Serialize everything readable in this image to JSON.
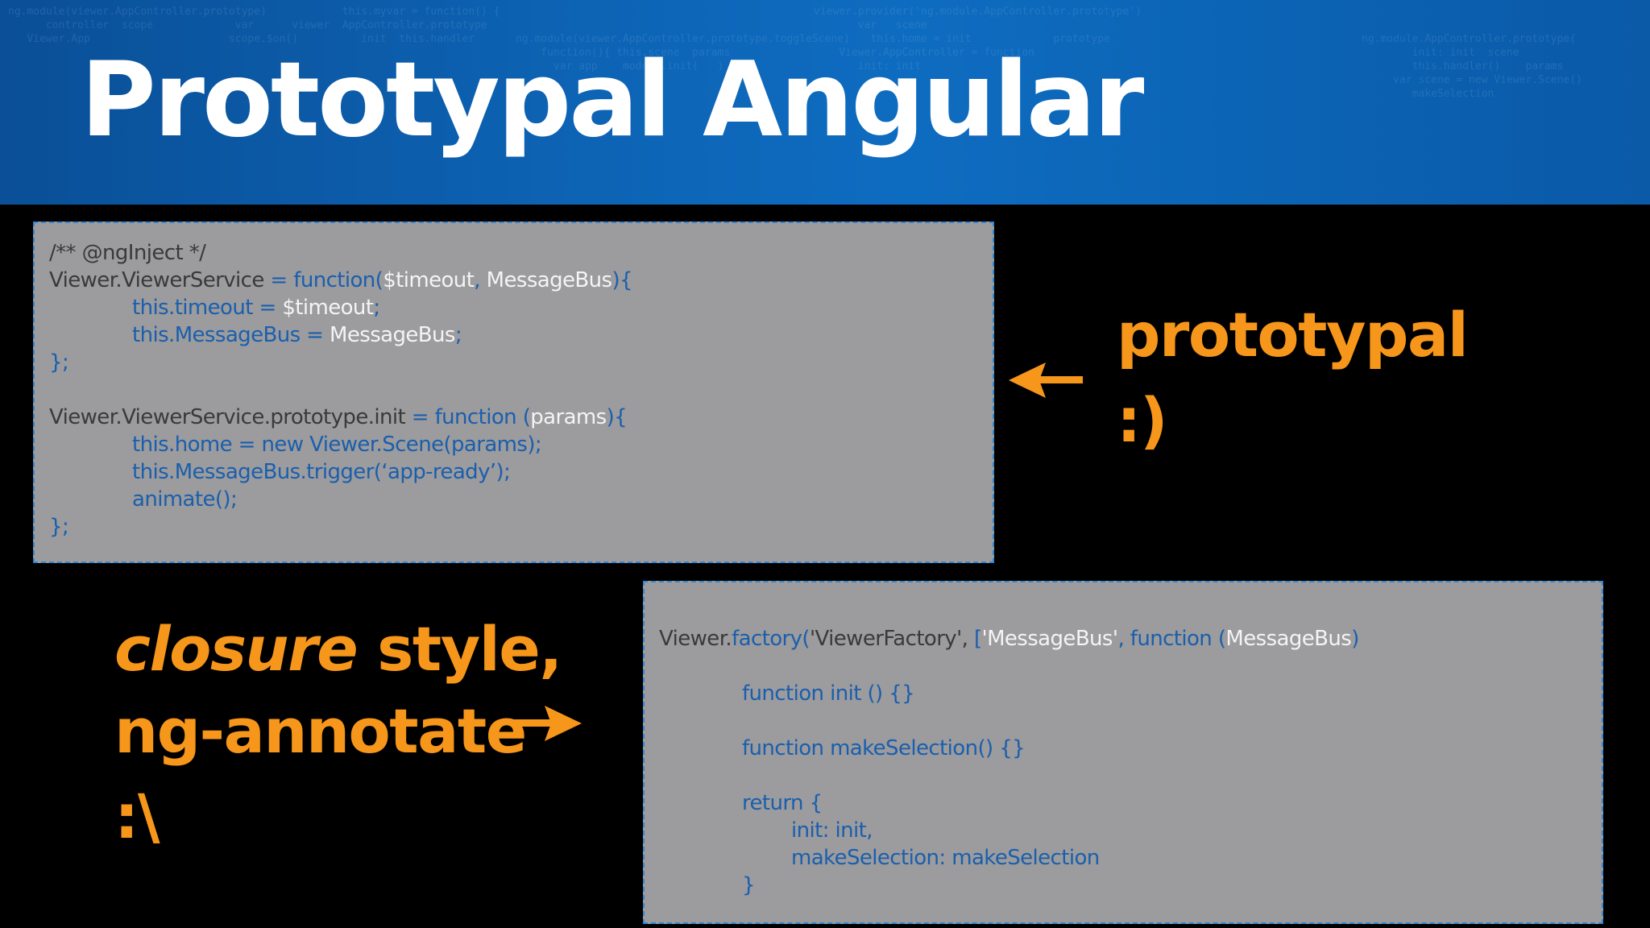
{
  "slide": {
    "title": "Prototypal Angular",
    "box1": {
      "lines": [
        [
          "/** @ngInject */"
        ],
        [
          "Viewer.ViewerService",
          " = function(",
          "$timeout",
          ", ",
          "MessageBus",
          "){"
        ],
        [
          "this.timeout = ",
          "$timeout",
          ";"
        ],
        [
          "this.MessageBus = ",
          "MessageBus",
          ";"
        ],
        [
          "};"
        ],
        [
          "Viewer.ViewerService.prototype.init",
          " = function (",
          "params",
          "){"
        ],
        [
          "this.home = new Viewer.Scene(params);"
        ],
        [
          "this.MessageBus.trigger(‘app-ready’);"
        ],
        [
          "animate();"
        ],
        [
          "};"
        ]
      ]
    },
    "box2": {
      "lines": [
        [
          "Viewer.",
          "factory(",
          "'ViewerFactory', ",
          "[",
          "'MessageBus'",
          ", function (",
          "MessageBus",
          ")"
        ],
        [
          "function init () {}"
        ],
        [
          "function makeSelection() {}"
        ],
        [
          "return {"
        ],
        [
          "init: init,"
        ],
        [
          "makeSelection: makeSelection"
        ],
        [
          "}"
        ]
      ]
    },
    "label_right": {
      "line1": "prototypal",
      "line2": ":)"
    },
    "label_left": {
      "italic": "closure",
      "rest": " style,",
      "line2": "ng-annotate",
      "line3": ":\\"
    },
    "colors": {
      "header_blue": "#0d63b4",
      "code_bg": "#9c9b9d",
      "keyword_blue": "#1a5fad",
      "accent_orange": "#f6961a",
      "border_blue": "#2f86d6"
    }
  }
}
